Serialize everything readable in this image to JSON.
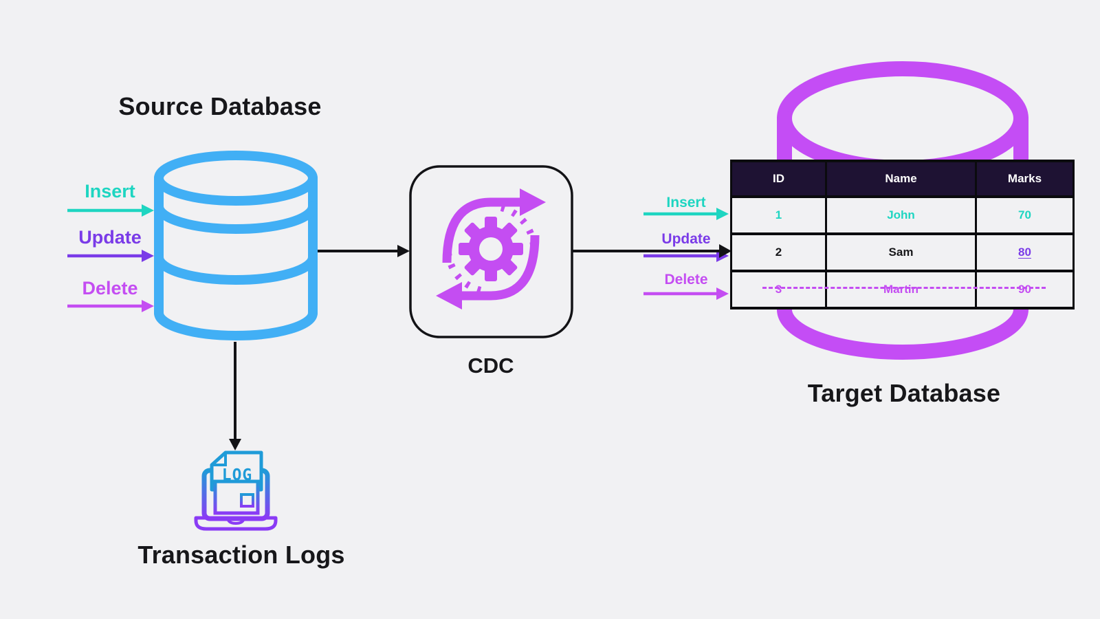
{
  "source": {
    "title": "Source Database",
    "operations": [
      {
        "label": "Insert",
        "color": "#1ED5C1"
      },
      {
        "label": "Update",
        "color": "#7A3BE8"
      },
      {
        "label": "Delete",
        "color": "#C44DF2"
      }
    ]
  },
  "cdc": {
    "label": "CDC"
  },
  "transaction_logs": {
    "title": "Transaction Logs",
    "icon_label": "LOG"
  },
  "target": {
    "title": "Target Database",
    "operations": [
      {
        "label": "Insert",
        "color": "#1ED5C1"
      },
      {
        "label": "Update",
        "color": "#7A3BE8"
      },
      {
        "label": "Delete",
        "color": "#C44DF2"
      }
    ],
    "table": {
      "headers": [
        "ID",
        "Name",
        "Marks"
      ],
      "rows": [
        {
          "id": "1",
          "name": "John",
          "marks": "70",
          "status": "inserted"
        },
        {
          "id": "2",
          "name": "Sam",
          "marks": "80",
          "status": "updated"
        },
        {
          "id": "3",
          "name": "Martin",
          "marks": "90",
          "status": "deleted"
        }
      ]
    }
  },
  "colors": {
    "background": "#F1F1F3",
    "source_database": "#41AFF5",
    "target_database": "#C44DF5",
    "insert": "#1ED5C1",
    "update": "#7A3BE8",
    "delete": "#C44DF2",
    "connector": "#131316",
    "table_header_bg": "#1E1233",
    "table_header_text": "#FFFFFF",
    "log_icon_top": "#1F9BD8",
    "log_icon_bottom": "#8A3BF5"
  }
}
